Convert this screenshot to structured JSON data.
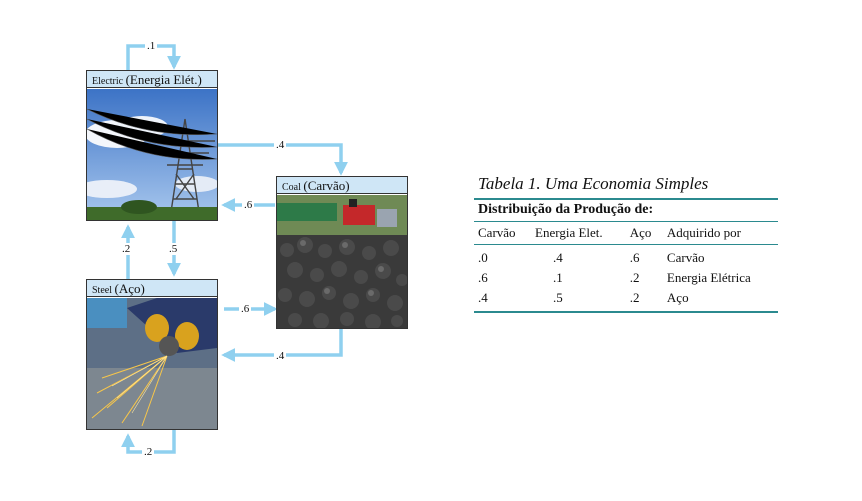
{
  "diagram": {
    "sectors": {
      "electric": {
        "label_en": "Electric",
        "label_pt": "(Energia Elét.)"
      },
      "coal": {
        "label_en": "Coal",
        "label_pt": "(Carvão)"
      },
      "steel": {
        "label_en": "Steel",
        "label_pt": "(Aço)"
      }
    },
    "flows": {
      "electric_self": ".1",
      "electric_to_coal": ".4",
      "coal_to_electric": ".6",
      "electric_to_steel": ".5",
      "steel_to_electric": ".2",
      "coal_to_steel": ".6",
      "steel_to_coal": ".4",
      "steel_self": ".2"
    },
    "colors": {
      "arrow": "#8fd0ef",
      "title_bar": "#cfe6f6"
    }
  },
  "table": {
    "caption": "Tabela 1. Uma Economia Simples",
    "header": "Distribuição da Produção de:",
    "columns": [
      "Carvão",
      "Energia Elet.",
      "Aço",
      "Adquirido por"
    ],
    "rows": [
      {
        "carvao": ".0",
        "energia": ".4",
        "aco": ".6",
        "buyer": "Carvão"
      },
      {
        "carvao": ".6",
        "energia": ".1",
        "aco": ".2",
        "buyer": "Energia Elétrica"
      },
      {
        "carvao": ".4",
        "energia": ".5",
        "aco": ".2",
        "buyer": "Aço"
      }
    ],
    "rule_color": "#2b8a8f"
  }
}
